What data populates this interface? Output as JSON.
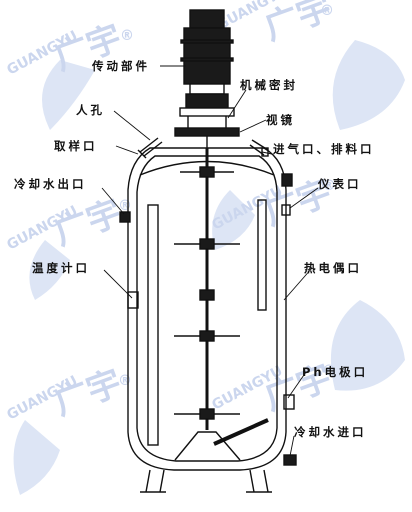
{
  "labels": {
    "drive": "传动部件",
    "mech_seal": "机械密封",
    "manhole": "人孔",
    "sight_glass": "视镜",
    "sampling": "取样口",
    "gas_inlet_outlet": "进气口、排料口",
    "coolant_out": "冷却水出口",
    "instrument": "仪表口",
    "thermometer": "温度计口",
    "thermocouple": "热电偶口",
    "ph_port": "Ph电极口",
    "coolant_in": "冷却水进口"
  },
  "watermark": {
    "brand": "GUANGYU",
    "glyph": "广宇",
    "mark": "®",
    "color": "#d4def2",
    "accent": "#c6d3ee"
  },
  "colors": {
    "line": "#111111",
    "motor": "#1a1a1a",
    "text": "#111111"
  }
}
